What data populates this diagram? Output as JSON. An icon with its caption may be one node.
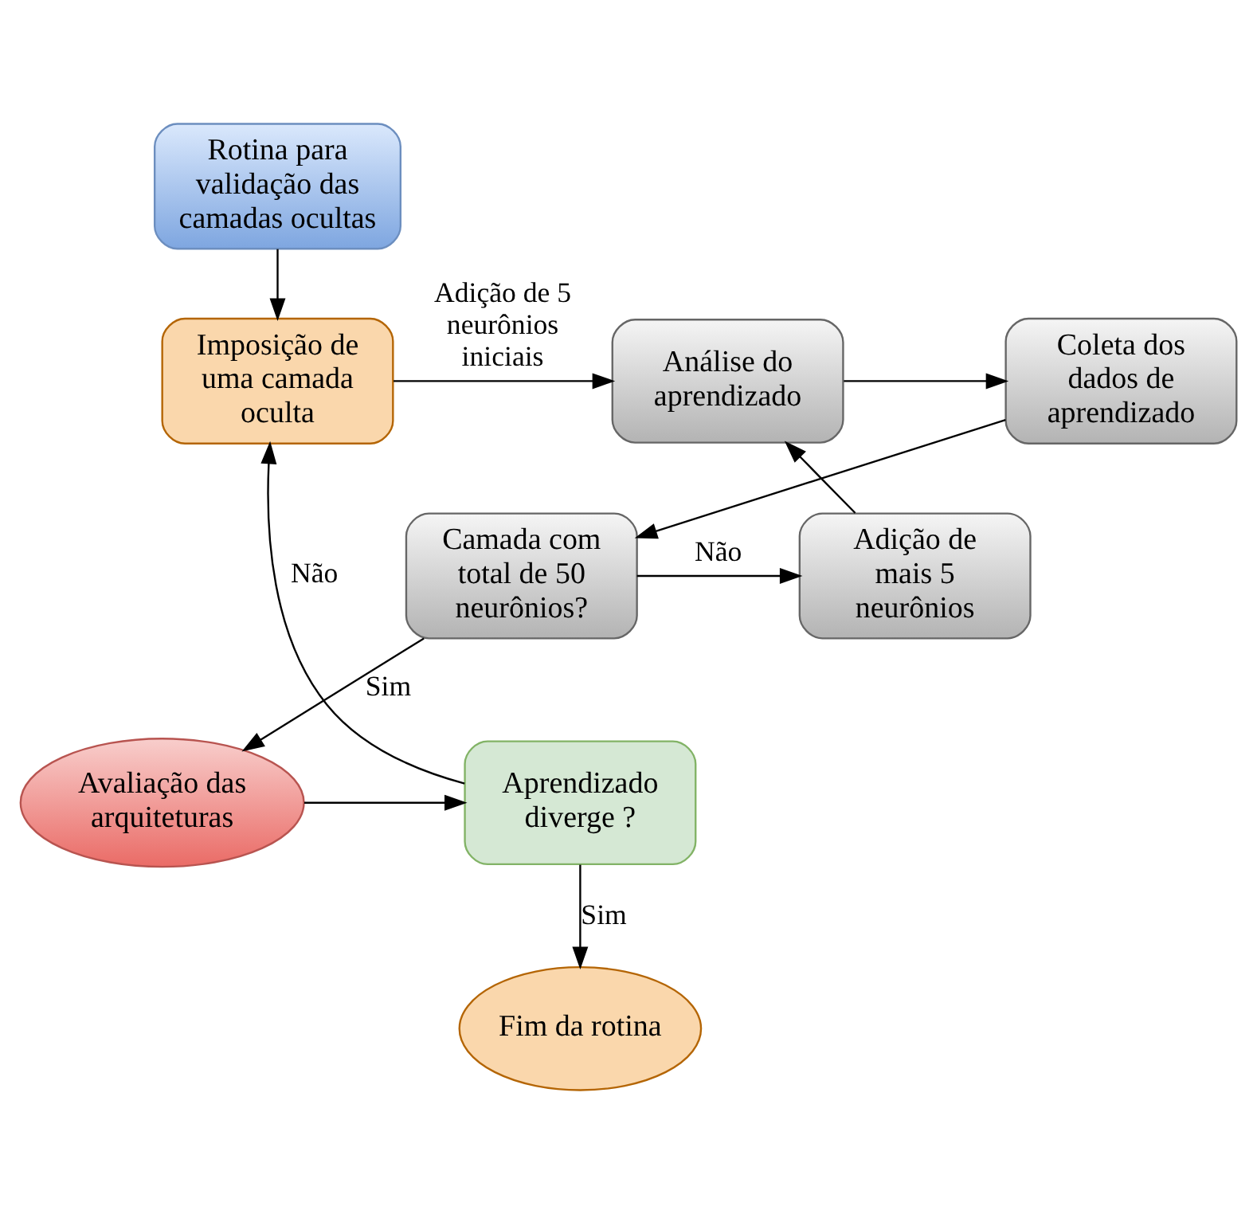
{
  "diagram": {
    "nodes": [
      {
        "text": [
          "Rotina para validação das camadas ocultas"
        ]
      },
      {
        "text": [
          "Imposição de uma camada oculta"
        ]
      },
      {
        "text": [
          "Análise do aprendizado"
        ]
      },
      {
        "text": [
          "Coleta dos dados de aprendizado"
        ]
      },
      {
        "text": [
          "Adição de mais 5 neurônios"
        ]
      },
      {
        "text": [
          "Camada com total de 50 neurônios?"
        ]
      },
      {
        "text": [
          "Avaliação das arquiteturas"
        ]
      },
      {
        "text": [
          "Aprendizado diverge ?"
        ]
      },
      {
        "text": [
          "Fim da rotina"
        ]
      }
    ],
    "edges": [
      {
        "from": 0,
        "to": 1,
        "arrow": "to"
      },
      {
        "from": 1,
        "to": 2,
        "arrow": "to",
        "label": "Adição de 5 neurônios iniciais"
      },
      {
        "from": 2,
        "to": 3,
        "arrow": "to"
      },
      {
        "from": 3,
        "to": 5,
        "arrow": "to"
      },
      {
        "from": 5,
        "to": 4,
        "arrow": "to",
        "label": "Não"
      },
      {
        "from": 4,
        "to": 2,
        "arrow": "to"
      },
      {
        "from": 5,
        "to": 6,
        "arrow": "to",
        "label": "Sim"
      },
      {
        "from": 6,
        "to": 7,
        "arrow": "to"
      },
      {
        "from": 7,
        "to": 1,
        "arrow": "to",
        "label": "Não"
      },
      {
        "from": 7,
        "to": 8,
        "arrow": "to",
        "label": "Sim"
      }
    ]
  }
}
